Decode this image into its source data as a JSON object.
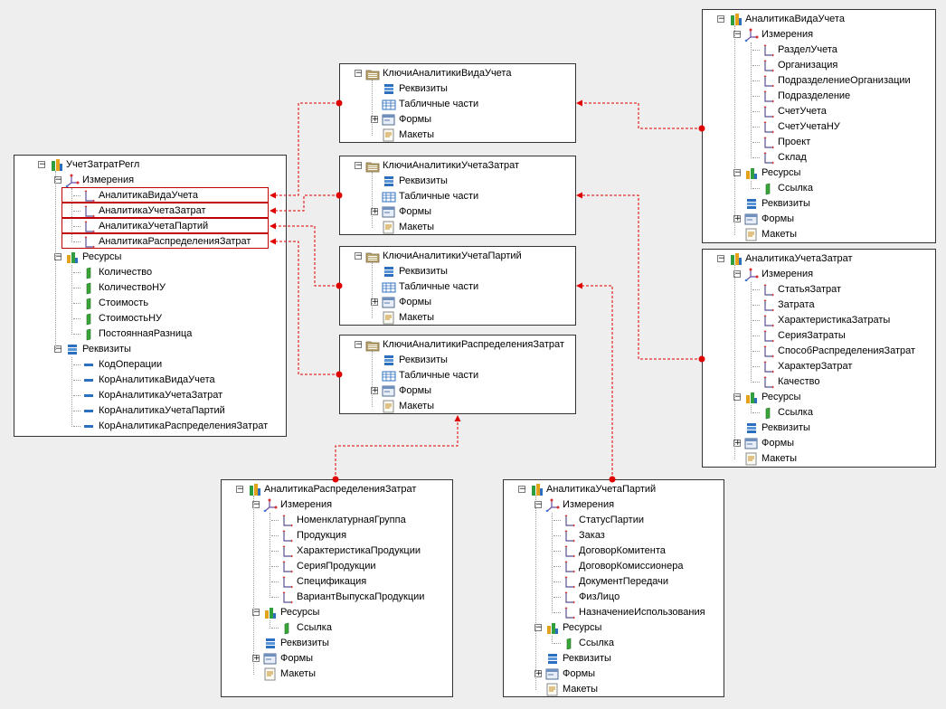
{
  "colors": {
    "connector": "#e00000",
    "highlight": "#c00000",
    "panel_border": "#333333"
  },
  "panels": [
    {
      "id": "p-root",
      "root": "УчетЗатратРегл",
      "root_icon": "register-icon",
      "groups": [
        {
          "label": "Измерения",
          "icon": "dimensions-icon",
          "item_icon": "dimension-icon",
          "items": [
            "АналитикаВидаУчета",
            "АналитикаУчетаЗатрат",
            "АналитикаУчетаПартий",
            "АналитикаРаспределенияЗатрат"
          ]
        },
        {
          "label": "Ресурсы",
          "icon": "resources-icon",
          "item_icon": "resource-icon",
          "items": [
            "Количество",
            "КоличествоНУ",
            "Стоимость",
            "СтоимостьНУ",
            "ПостояннаяРазница"
          ]
        },
        {
          "label": "Реквизиты",
          "icon": "attributes-icon",
          "item_icon": "attribute-icon",
          "items": [
            "КодОперации",
            "КорАналитикаВидаУчета",
            "КорАналитикаУчетаЗатрат",
            "КорАналитикаУчетаПартий",
            "КорАналитикаРаспределенияЗатрат"
          ]
        }
      ],
      "extras": []
    },
    {
      "id": "p-k1",
      "root": "КлючиАналитикиВидаУчета",
      "root_icon": "catalog-icon",
      "groups": [],
      "extras": [
        {
          "label": "Реквизиты",
          "icon": "attributes-icon"
        },
        {
          "label": "Табличные части",
          "icon": "tabular-sections-icon"
        },
        {
          "label": "Формы",
          "icon": "forms-icon",
          "plus": true
        },
        {
          "label": "Макеты",
          "icon": "templates-icon"
        }
      ]
    },
    {
      "id": "p-k2",
      "root": "КлючиАналитикиУчетаЗатрат",
      "root_icon": "catalog-icon",
      "groups": [],
      "extras": [
        {
          "label": "Реквизиты",
          "icon": "attributes-icon"
        },
        {
          "label": "Табличные части",
          "icon": "tabular-sections-icon"
        },
        {
          "label": "Формы",
          "icon": "forms-icon",
          "plus": true
        },
        {
          "label": "Макеты",
          "icon": "templates-icon"
        }
      ]
    },
    {
      "id": "p-k3",
      "root": "КлючиАналитикиУчетаПартий",
      "root_icon": "catalog-icon",
      "groups": [],
      "extras": [
        {
          "label": "Реквизиты",
          "icon": "attributes-icon"
        },
        {
          "label": "Табличные части",
          "icon": "tabular-sections-icon"
        },
        {
          "label": "Формы",
          "icon": "forms-icon",
          "plus": true
        },
        {
          "label": "Макеты",
          "icon": "templates-icon"
        }
      ]
    },
    {
      "id": "p-k4",
      "root": "КлючиАналитикиРаспределенияЗатрат",
      "root_icon": "catalog-icon",
      "groups": [],
      "extras": [
        {
          "label": "Реквизиты",
          "icon": "attributes-icon"
        },
        {
          "label": "Табличные части",
          "icon": "tabular-sections-icon"
        },
        {
          "label": "Формы",
          "icon": "forms-icon",
          "plus": true
        },
        {
          "label": "Макеты",
          "icon": "templates-icon"
        }
      ]
    },
    {
      "id": "p-a1",
      "root": "АналитикаВидаУчета",
      "root_icon": "register-icon",
      "groups": [
        {
          "label": "Измерения",
          "icon": "dimensions-icon",
          "item_icon": "dimension-icon",
          "items": [
            "РазделУчета",
            "Организация",
            "ПодразделениеОрганизации",
            "Подразделение",
            "СчетУчета",
            "СчетУчетаНУ",
            "Проект",
            "Склад"
          ]
        },
        {
          "label": "Ресурсы",
          "icon": "resources-icon",
          "item_icon": "resource-icon",
          "items": [
            "Ссылка"
          ]
        }
      ],
      "extras": [
        {
          "label": "Реквизиты",
          "icon": "attributes-icon"
        },
        {
          "label": "Формы",
          "icon": "forms-icon",
          "plus": true
        },
        {
          "label": "Макеты",
          "icon": "templates-icon"
        }
      ]
    },
    {
      "id": "p-a2",
      "root": "АналитикаУчетаЗатрат",
      "root_icon": "register-icon",
      "groups": [
        {
          "label": "Измерения",
          "icon": "dimensions-icon",
          "item_icon": "dimension-icon",
          "items": [
            "СтатьяЗатрат",
            "Затрата",
            "ХарактеристикаЗатраты",
            "СерияЗатраты",
            "СпособРаспределенияЗатрат",
            "ХарактерЗатрат",
            "Качество"
          ]
        },
        {
          "label": "Ресурсы",
          "icon": "resources-icon",
          "item_icon": "resource-icon",
          "items": [
            "Ссылка"
          ]
        }
      ],
      "extras": [
        {
          "label": "Реквизиты",
          "icon": "attributes-icon"
        },
        {
          "label": "Формы",
          "icon": "forms-icon",
          "plus": true
        },
        {
          "label": "Макеты",
          "icon": "templates-icon"
        }
      ]
    },
    {
      "id": "p-a3",
      "root": "АналитикаРаспределенияЗатрат",
      "root_icon": "register-icon",
      "groups": [
        {
          "label": "Измерения",
          "icon": "dimensions-icon",
          "item_icon": "dimension-icon",
          "items": [
            "НоменклатурнаяГруппа",
            "Продукция",
            "ХарактеристикаПродукции",
            "СерияПродукции",
            "Спецификация",
            "ВариантВыпускаПродукции"
          ]
        },
        {
          "label": "Ресурсы",
          "icon": "resources-icon",
          "item_icon": "resource-icon",
          "items": [
            "Ссылка"
          ]
        }
      ],
      "extras": [
        {
          "label": "Реквизиты",
          "icon": "attributes-icon"
        },
        {
          "label": "Формы",
          "icon": "forms-icon",
          "plus": true
        },
        {
          "label": "Макеты",
          "icon": "templates-icon"
        }
      ]
    },
    {
      "id": "p-a4",
      "root": "АналитикаУчетаПартий",
      "root_icon": "register-icon",
      "groups": [
        {
          "label": "Измерения",
          "icon": "dimensions-icon",
          "item_icon": "dimension-icon",
          "items": [
            "СтатусПартии",
            "Заказ",
            "ДоговорКомитента",
            "ДоговорКомиссионера",
            "ДокументПередачи",
            "ФизЛицо",
            "НазначениеИспользования"
          ]
        },
        {
          "label": "Ресурсы",
          "icon": "resources-icon",
          "item_icon": "resource-icon",
          "items": [
            "Ссылка"
          ]
        }
      ],
      "extras": [
        {
          "label": "Реквизиты",
          "icon": "attributes-icon"
        },
        {
          "label": "Формы",
          "icon": "forms-icon",
          "plus": true
        },
        {
          "label": "Макеты",
          "icon": "templates-icon"
        }
      ]
    }
  ]
}
